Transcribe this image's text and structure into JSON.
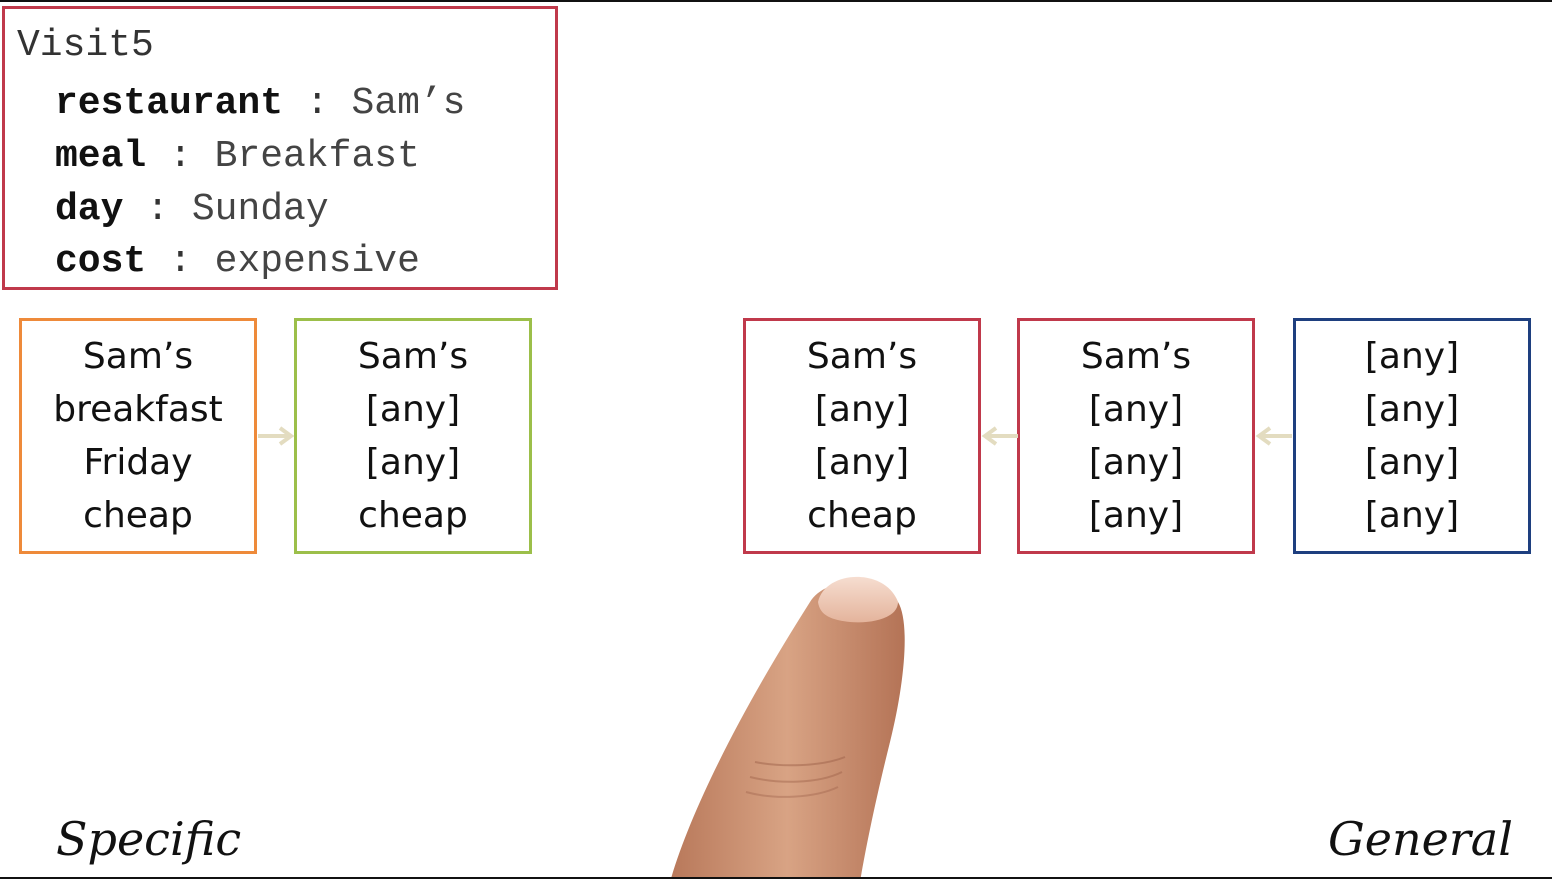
{
  "visit": {
    "title": "Visit5",
    "rows": [
      {
        "key": "restaurant",
        "sep": " : ",
        "value": "Sam’s"
      },
      {
        "key": "meal",
        "sep": " : ",
        "value": "Breakfast"
      },
      {
        "key": "day",
        "sep": " : ",
        "value": "Sunday"
      },
      {
        "key": "cost",
        "sep": " : ",
        "value": "expensive"
      }
    ]
  },
  "hypotheses": [
    {
      "lines": [
        "Sam’s",
        "breakfast",
        "Friday",
        "cheap"
      ],
      "color": "#ee8a3a"
    },
    {
      "lines": [
        "Sam’s",
        "[any]",
        "[any]",
        "cheap"
      ],
      "color": "#9cbf4a"
    },
    {
      "lines": [
        "Sam’s",
        "[any]",
        "[any]",
        "cheap"
      ],
      "color": "#c0394b"
    },
    {
      "lines": [
        "Sam’s",
        "[any]",
        "[any]",
        "[any]"
      ],
      "color": "#c0394b"
    },
    {
      "lines": [
        "[any]",
        "[any]",
        "[any]",
        "[any]"
      ],
      "color": "#1e3f7f"
    }
  ],
  "arrow_color": "#e3dcc0",
  "labels": {
    "specific": "Specific",
    "general": "General"
  }
}
